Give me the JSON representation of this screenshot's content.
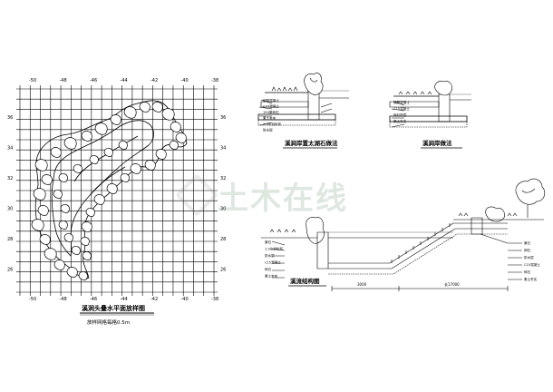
{
  "plan": {
    "top_ticks": [
      "-50",
      "-48",
      "-46",
      "-44",
      "-42",
      "-40",
      "-38"
    ],
    "bottom_ticks": [
      "-50",
      "-48",
      "-46",
      "-44",
      "-42",
      "-40",
      "-38"
    ],
    "left_ticks": [
      "36",
      "34",
      "32",
      "30",
      "28",
      "26"
    ],
    "right_ticks": [
      "36",
      "34",
      "32",
      "30",
      "28",
      "26"
    ],
    "title": "溪涧头叠水平面放样图",
    "subtitle": "放样网格每格0.5m"
  },
  "section_a": {
    "title": "溪涧岸置太湖石做法"
  },
  "section_b": {
    "title": "溪涧岸做法"
  },
  "section_c": {
    "title": "溪流结构图",
    "dim_left": "3000",
    "dim_right": "长17000"
  },
  "callouts_a": [
    "钢筋混凝土",
    "C15混凝土",
    "150厚碎石",
    "素土夯实",
    "1:3水泥砂浆",
    "防水层"
  ],
  "callouts_b": [
    "钢筋混凝土",
    "C15混凝土",
    "碎石垫层",
    "素土夯实"
  ],
  "callouts_c_left": [
    "景石",
    "1:3水泥砂浆",
    "防水层",
    "C15混凝土",
    "碎石",
    "素土夯实"
  ],
  "callouts_c_right": [
    "景石",
    "卵石",
    "防水层",
    "C15混凝土",
    "碎石",
    "素土夯实"
  ],
  "watermark": {
    "text": "土木在线"
  }
}
